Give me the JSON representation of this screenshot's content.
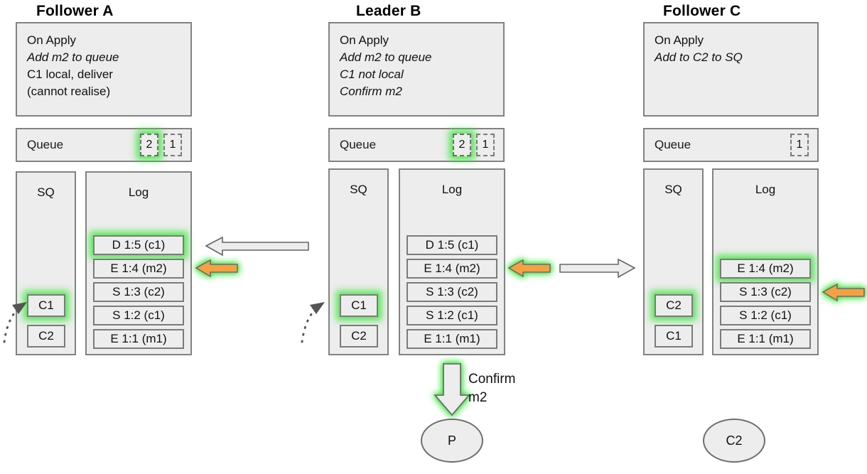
{
  "diagram": {
    "title_row": [
      {
        "label": "Follower A"
      },
      {
        "label": "Leader B"
      },
      {
        "label": "Follower C"
      }
    ],
    "colors": {
      "panel_fill": "#ededed",
      "panel_stroke": "#828282",
      "highlight_glow": "#3ce63c",
      "orange_arrow": "#f5a councils",
      "orange_arrow_fill": "#f6a councils"
    },
    "nodes": [
      {
        "id": "follower-a",
        "title": "Follower A",
        "apply": {
          "lines": [
            {
              "text": "On Apply",
              "italic": false
            },
            {
              "text": "Add m2 to queue",
              "italic": true
            },
            {
              "text": "C1 local, deliver",
              "italic": false
            },
            {
              "text": "(cannot realise)",
              "italic": false
            }
          ]
        },
        "queue": {
          "label": "Queue",
          "items": [
            {
              "value": "2",
              "highlighted": true
            },
            {
              "value": "1",
              "highlighted": false
            }
          ]
        },
        "sq": {
          "header": "SQ",
          "items": [
            {
              "value": "C1",
              "highlighted": true
            },
            {
              "value": "C2",
              "highlighted": false
            }
          ]
        },
        "log": {
          "header": "Log",
          "entries": [
            {
              "value": "D 1:5 (c1)",
              "highlighted": true
            },
            {
              "value": "E 1:4 (m2)",
              "highlighted": false
            },
            {
              "value": "S 1:3 (c2)",
              "highlighted": false
            },
            {
              "value": "S 1:2 (c1)",
              "highlighted": false
            },
            {
              "value": "E 1:1 (m1)",
              "highlighted": false
            }
          ]
        }
      },
      {
        "id": "leader-b",
        "title": "Leader B",
        "apply": {
          "lines": [
            {
              "text": "On Apply",
              "italic": false
            },
            {
              "text": "Add m2 to queue",
              "italic": true
            },
            {
              "text": "C1 not local",
              "italic": true
            },
            {
              "text": "Confirm m2",
              "italic": true
            }
          ]
        },
        "queue": {
          "label": "Queue",
          "items": [
            {
              "value": "2",
              "highlighted": true
            },
            {
              "value": "1",
              "highlighted": false
            }
          ]
        },
        "sq": {
          "header": "SQ",
          "items": [
            {
              "value": "C1",
              "highlighted": true
            },
            {
              "value": "C2",
              "highlighted": false
            }
          ]
        },
        "log": {
          "header": "Log",
          "entries": [
            {
              "value": "D 1:5 (c1)",
              "highlighted": false
            },
            {
              "value": "E 1:4 (m2)",
              "highlighted": false
            },
            {
              "value": "S 1:3 (c2)",
              "highlighted": false
            },
            {
              "value": "S 1:2 (c1)",
              "highlighted": false
            },
            {
              "value": "E 1:1 (m1)",
              "highlighted": false
            }
          ]
        }
      },
      {
        "id": "follower-c",
        "title": "Follower C",
        "apply": {
          "lines": [
            {
              "text": "On Apply",
              "italic": false
            },
            {
              "text": "Add to C2 to SQ",
              "italic": true
            }
          ]
        },
        "queue": {
          "label": "Queue",
          "items": [
            {
              "value": "1",
              "highlighted": false
            }
          ]
        },
        "sq": {
          "header": "SQ",
          "items": [
            {
              "value": "C2",
              "highlighted": true
            },
            {
              "value": "C1",
              "highlighted": false
            }
          ]
        },
        "log": {
          "header": "Log",
          "entries": [
            {
              "value": "E 1:4 (m2)",
              "highlighted": true
            },
            {
              "value": "S 1:3 (c2)",
              "highlighted": false
            },
            {
              "value": "S 1:2 (c1)",
              "highlighted": false
            },
            {
              "value": "E 1:1 (m1)",
              "highlighted": false
            }
          ]
        }
      }
    ],
    "annotations": {
      "confirm_label": "Confirm\nm2"
    },
    "ellipses": [
      {
        "id": "p-ellipse",
        "label": "P"
      },
      {
        "id": "c2-ellipse",
        "label": "C2"
      }
    ]
  }
}
